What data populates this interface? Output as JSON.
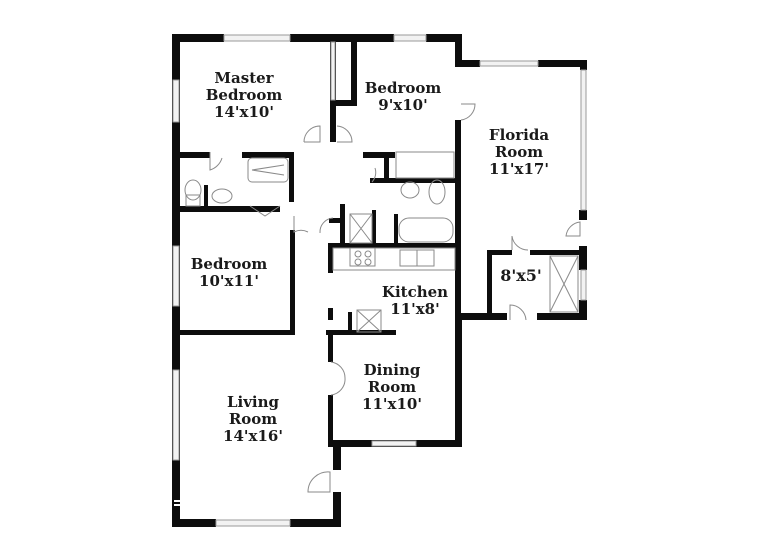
{
  "plan": {
    "rooms": [
      {
        "name": "Master",
        "name2": "Bedroom",
        "size": "14'x10'"
      },
      {
        "name": "Bedroom",
        "size": "9'x10'"
      },
      {
        "name": "Florida",
        "name2": "Room",
        "size": "11'x17'"
      },
      {
        "name": "Bedroom",
        "size": "10'x11'"
      },
      {
        "name": "Kitchen",
        "size": "11'x8'"
      },
      {
        "name": "",
        "size": "8'x5'"
      },
      {
        "name": "Dining",
        "name2": "Room",
        "size": "11'x10'"
      },
      {
        "name": "Living",
        "name2": "Room",
        "size": "14'x16'"
      }
    ]
  }
}
